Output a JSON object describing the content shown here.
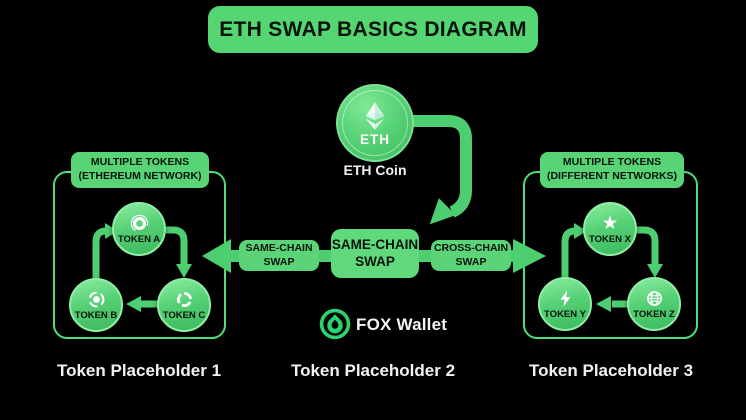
{
  "title": "ETH SWAP BASICS DIAGRAM",
  "colors": {
    "background": "#000000",
    "accent_green": "#55d673",
    "arrow_green": "#4dce70",
    "token_green_light": "#80e798",
    "token_green_dark": "#3eba5f",
    "text_dark": "#0a140c",
    "text_light": "#f3f6f3"
  },
  "eth_coin": {
    "symbol": "ETH",
    "caption": "ETH Coin"
  },
  "center": {
    "swap_box": "SAME-CHAIN\nSWAP",
    "left_arrow_label": "SAME-CHAIN\nSWAP",
    "right_arrow_label": "CROSS-CHAIN\nSWAP"
  },
  "groups": {
    "left": {
      "header": "MULTIPLE TOKENS\n(ETHEREUM NETWORK)",
      "tokens": [
        {
          "label": "TOKEN A",
          "icon": "ring-icon"
        },
        {
          "label": "TOKEN B",
          "icon": "target-icon"
        },
        {
          "label": "TOKEN C",
          "icon": "spinner-icon"
        }
      ]
    },
    "right": {
      "header": "MULTIPLE TOKENS\n(DIFFERENT NETWORKS)",
      "tokens": [
        {
          "label": "TOKEN X",
          "icon": "star-icon"
        },
        {
          "label": "TOKEN Y",
          "icon": "bolt-icon"
        },
        {
          "label": "TOKEN Z",
          "icon": "globe-icon"
        }
      ]
    }
  },
  "brand": {
    "name": "FOX Wallet"
  },
  "captions": [
    "Token Placeholder 1",
    "Token Placeholder 2",
    "Token Placeholder 3"
  ]
}
